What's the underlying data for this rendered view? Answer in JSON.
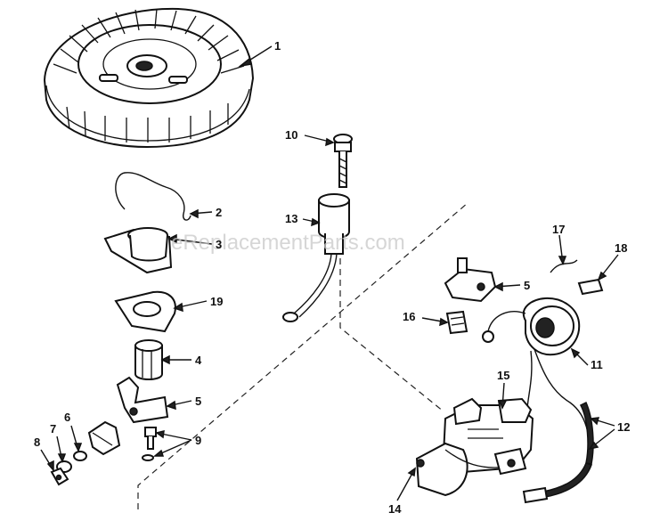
{
  "watermark": "eReplacementParts.com",
  "callouts": [
    {
      "id": "1",
      "text": "1"
    },
    {
      "id": "2",
      "text": "2"
    },
    {
      "id": "3",
      "text": "3"
    },
    {
      "id": "4",
      "text": "4"
    },
    {
      "id": "5a",
      "text": "5"
    },
    {
      "id": "5b",
      "text": "5"
    },
    {
      "id": "6",
      "text": "6"
    },
    {
      "id": "7",
      "text": "7"
    },
    {
      "id": "8",
      "text": "8"
    },
    {
      "id": "9",
      "text": "9"
    },
    {
      "id": "10",
      "text": "10"
    },
    {
      "id": "11",
      "text": "11"
    },
    {
      "id": "12",
      "text": "12"
    },
    {
      "id": "13",
      "text": "13"
    },
    {
      "id": "14",
      "text": "14"
    },
    {
      "id": "15",
      "text": "15"
    },
    {
      "id": "16",
      "text": "16"
    },
    {
      "id": "17",
      "text": "17"
    },
    {
      "id": "18",
      "text": "18"
    },
    {
      "id": "19",
      "text": "19"
    }
  ]
}
